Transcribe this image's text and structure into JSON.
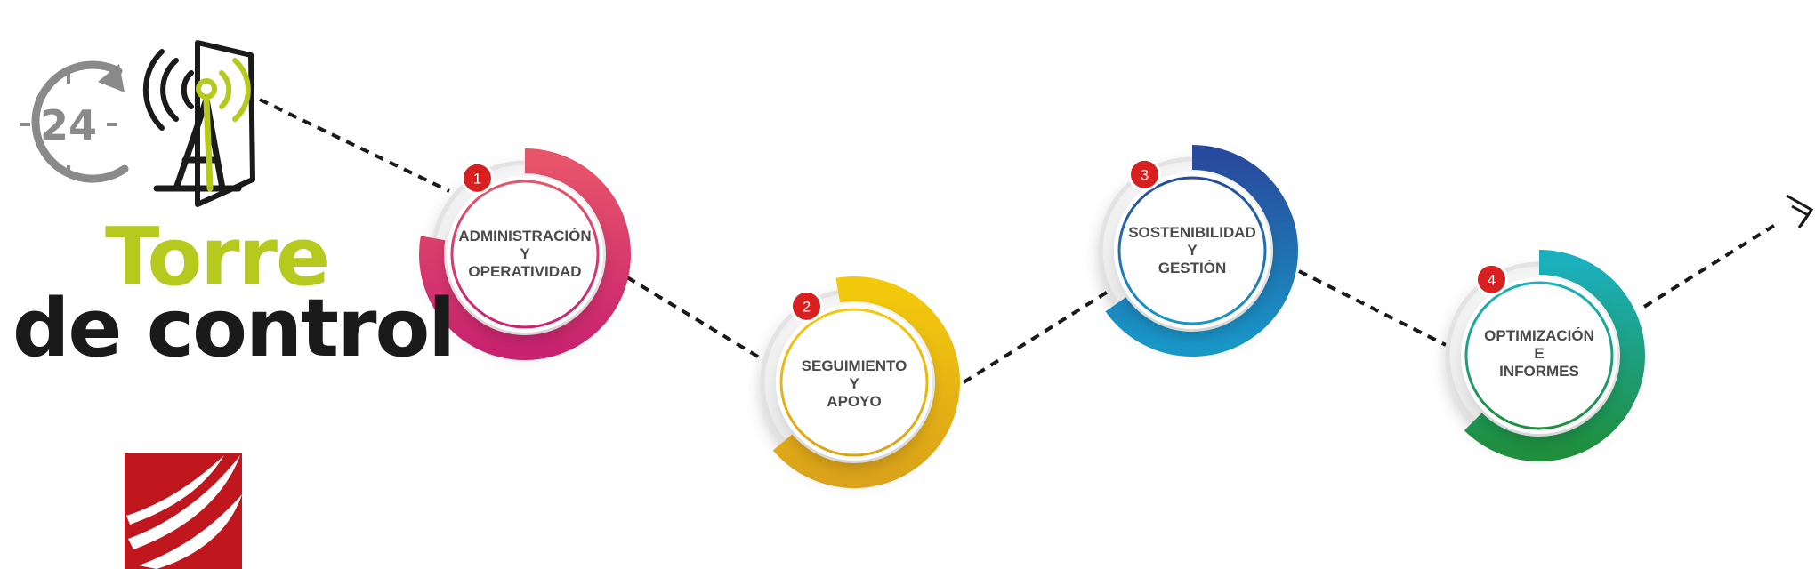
{
  "clock_icon": {
    "label": "24",
    "name": "clock-24-icon",
    "color": "#8a8a8a"
  },
  "tower_icon": {
    "name": "antenna-tower-icon",
    "colors": [
      "#1a1a1a",
      "#b5c91f"
    ]
  },
  "title": {
    "line1": "Torre",
    "line2": "de control",
    "color1": "#b5c91f",
    "color2": "#1a1a1a"
  },
  "logo": {
    "name": "company-logo",
    "color": "#c0171f"
  },
  "steps": [
    {
      "number": "1",
      "lines": [
        "ADMINISTRACIÓN",
        "Y",
        "OPERATIVIDAD"
      ],
      "color_start": "#e8546a",
      "color_end": "#c9236f"
    },
    {
      "number": "2",
      "lines": [
        "SEGUIMIENTO",
        "Y",
        "APOYO"
      ],
      "color_start": "#f3c90c",
      "color_end": "#dba31a"
    },
    {
      "number": "3",
      "lines": [
        "SOSTENIBILIDAD",
        "Y",
        "GESTIÓN"
      ],
      "color_start": "#284a9c",
      "color_end": "#1896c6"
    },
    {
      "number": "4",
      "lines": [
        "OPTIMIZACIÓN",
        "E",
        "INFORMES"
      ],
      "color_start": "#1bb0bd",
      "color_end": "#1f8f3e"
    }
  ],
  "badge_color": "#d7201f",
  "arrow_icon": "double-chevron-arrow-icon"
}
